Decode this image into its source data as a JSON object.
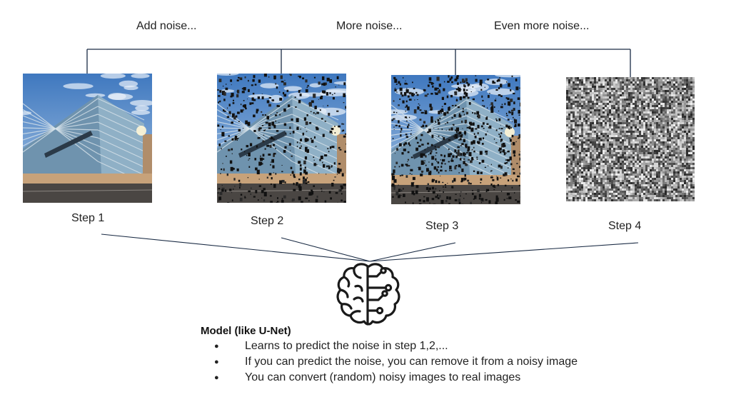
{
  "noise_labels": [
    "Add noise...",
    "More noise...",
    "Even more noise..."
  ],
  "steps": [
    {
      "label": "Step 1",
      "noise_level": 0
    },
    {
      "label": "Step 2",
      "noise_level": 0.35
    },
    {
      "label": "Step 3",
      "noise_level": 0.55
    },
    {
      "label": "Step 4",
      "noise_level": 1
    }
  ],
  "model": {
    "title": "Model (like U-Net)",
    "bullets": [
      "Learns to predict the noise in step 1,2,...",
      "If you can predict the noise, you can remove it from a noisy image",
      "You can convert (random) noisy images to real images"
    ]
  },
  "icons": {
    "model": "brain-circuit-icon"
  },
  "colors": {
    "line": "#1a2b44",
    "sky": "#4f86c6",
    "text": "#222222"
  }
}
